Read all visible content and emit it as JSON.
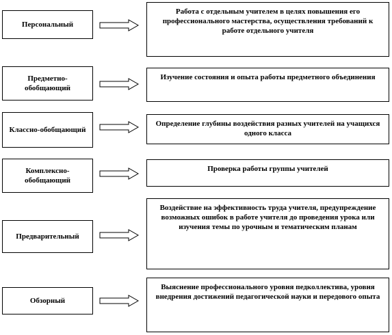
{
  "diagram": {
    "rows": [
      {
        "left": "Персональный",
        "right": "Работа с отдельным учителем в целях повышения его профессионального мастерства, осуществления требований к работе отдельного учителя"
      },
      {
        "left": "Предметно-обобщающий",
        "right": "Изучение состояния и опыта работы предметного объединения"
      },
      {
        "left": "Классно-обобщающий",
        "right": "Определение глубины воздействия разных учителей на учащихся одного класса"
      },
      {
        "left": "Комплексно-обобщающий",
        "right": "Проверка работы группы учителей"
      },
      {
        "left": "Предварительный",
        "right": "Воздействие на эффективность труда учителя, предупреждение возможных ошибок в работе учителя до проведения урока или изучения темы по урочным и тематическим планам"
      },
      {
        "left": "Обзорный",
        "right": "Выяснение профессионального уровня педколлектива, уровня внедрения достижений педагогической науки и передового опыта"
      }
    ]
  }
}
